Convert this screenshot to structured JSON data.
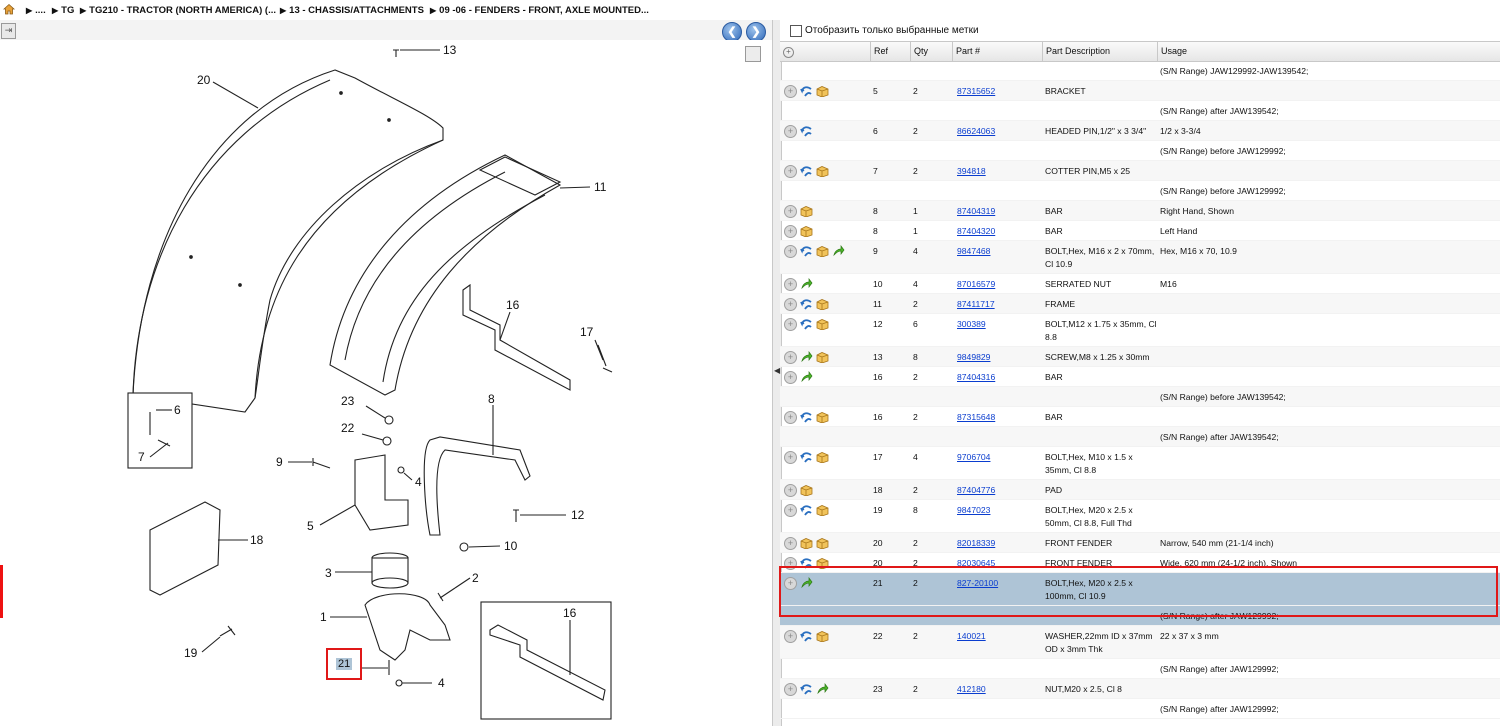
{
  "breadcrumb": [
    "....",
    "TG",
    "TG210 - TRACTOR (NORTH AMERICA) (...",
    "13 - CHASSIS/ATTACHMENTS",
    "09 -06 - FENDERS - FRONT, AXLE MOUNTED..."
  ],
  "filter": {
    "label": "Отобразить только выбранные метки",
    "checked": false
  },
  "columns": {
    "ref": "Ref",
    "qty": "Qty",
    "part": "Part #",
    "desc": "Part Description",
    "usage": "Usage"
  },
  "rows": [
    {
      "kind": "usage",
      "usage": "(S/N Range) JAW129992-JAW139542;"
    },
    {
      "kind": "part",
      "icons": [
        "swap",
        "box"
      ],
      "ref": "5",
      "qty": "2",
      "part": "87315652",
      "desc": "BRACKET",
      "usage": ""
    },
    {
      "kind": "usage",
      "usage": "(S/N Range) after JAW139542;"
    },
    {
      "kind": "part",
      "icons": [
        "swap"
      ],
      "ref": "6",
      "qty": "2",
      "part": "86624063",
      "desc": "HEADED PIN,1/2\" x 3 3/4\"",
      "usage": "1/2 x 3-3/4"
    },
    {
      "kind": "usage",
      "usage": "(S/N Range) before JAW129992;"
    },
    {
      "kind": "part",
      "icons": [
        "swap",
        "box"
      ],
      "ref": "7",
      "qty": "2",
      "part": "394818",
      "desc": "COTTER PIN,M5 x 25",
      "usage": ""
    },
    {
      "kind": "usage",
      "usage": "(S/N Range) before JAW129992;"
    },
    {
      "kind": "part",
      "icons": [
        "box"
      ],
      "ref": "8",
      "qty": "1",
      "part": "87404319",
      "desc": "BAR",
      "usage": "Right Hand, Shown"
    },
    {
      "kind": "part",
      "icons": [
        "box"
      ],
      "ref": "8",
      "qty": "1",
      "part": "87404320",
      "desc": "BAR",
      "usage": "Left Hand"
    },
    {
      "kind": "part",
      "icons": [
        "swap",
        "box",
        "green"
      ],
      "ref": "9",
      "qty": "4",
      "part": "9847468",
      "desc": "BOLT,Hex, M16 x 2 x 70mm, Cl 10.9",
      "usage": "Hex, M16 x 70, 10.9",
      "tall": true
    },
    {
      "kind": "part",
      "icons": [
        "green"
      ],
      "ref": "10",
      "qty": "4",
      "part": "87016579",
      "desc": "SERRATED NUT",
      "usage": "M16"
    },
    {
      "kind": "part",
      "icons": [
        "swap",
        "box"
      ],
      "ref": "11",
      "qty": "2",
      "part": "87411717",
      "desc": "FRAME",
      "usage": ""
    },
    {
      "kind": "part",
      "icons": [
        "swap",
        "box"
      ],
      "ref": "12",
      "qty": "6",
      "part": "300389",
      "desc": "BOLT,M12 x 1.75 x 35mm, Cl 8.8",
      "usage": "",
      "tall": true
    },
    {
      "kind": "part",
      "icons": [
        "green",
        "box"
      ],
      "ref": "13",
      "qty": "8",
      "part": "9849829",
      "desc": "SCREW,M8 x 1.25 x 30mm",
      "usage": ""
    },
    {
      "kind": "part",
      "icons": [
        "green"
      ],
      "ref": "16",
      "qty": "2",
      "part": "87404316",
      "desc": "BAR",
      "usage": ""
    },
    {
      "kind": "usage",
      "usage": "(S/N Range) before JAW139542;"
    },
    {
      "kind": "part",
      "icons": [
        "swap",
        "box"
      ],
      "ref": "16",
      "qty": "2",
      "part": "87315648",
      "desc": "BAR",
      "usage": ""
    },
    {
      "kind": "usage",
      "usage": "(S/N Range) after JAW139542;"
    },
    {
      "kind": "part",
      "icons": [
        "swap",
        "box"
      ],
      "ref": "17",
      "qty": "4",
      "part": "9706704",
      "desc": "BOLT,Hex, M10 x 1.5 x 35mm, Cl 8.8",
      "usage": "",
      "tall": true
    },
    {
      "kind": "part",
      "icons": [
        "box"
      ],
      "ref": "18",
      "qty": "2",
      "part": "87404776",
      "desc": "PAD",
      "usage": ""
    },
    {
      "kind": "part",
      "icons": [
        "swap",
        "box"
      ],
      "ref": "19",
      "qty": "8",
      "part": "9847023",
      "desc": "BOLT,Hex, M20 x 2.5 x 50mm, Cl 8.8, Full Thd",
      "usage": "",
      "tall": true
    },
    {
      "kind": "part",
      "icons": [
        "box",
        "box"
      ],
      "ref": "20",
      "qty": "2",
      "part": "82018339",
      "desc": "FRONT FENDER",
      "usage": "Narrow, 540 mm (21-1/4 inch)"
    },
    {
      "kind": "part",
      "icons": [
        "swap",
        "box"
      ],
      "ref": "20",
      "qty": "2",
      "part": "82030645",
      "desc": "FRONT FENDER",
      "usage": "Wide, 620 mm (24-1/2 inch), Shown"
    },
    {
      "kind": "part",
      "icons": [
        "green"
      ],
      "ref": "21",
      "qty": "2",
      "part": "827-20100",
      "desc": "BOLT,Hex, M20 x 2.5 x 100mm, Cl 10.9",
      "usage": "",
      "tall": true,
      "selected": true
    },
    {
      "kind": "usage",
      "usage": "(S/N Range) after JAW129992;",
      "selected": true
    },
    {
      "kind": "part",
      "icons": [
        "swap",
        "box"
      ],
      "ref": "22",
      "qty": "2",
      "part": "140021",
      "desc": "WASHER,22mm ID x 37mm OD x 3mm Thk",
      "usage": "22 x 37 x 3 mm",
      "tall": true
    },
    {
      "kind": "usage",
      "usage": "(S/N Range) after JAW129992;"
    },
    {
      "kind": "part",
      "icons": [
        "swap",
        "green"
      ],
      "ref": "23",
      "qty": "2",
      "part": "412180",
      "desc": "NUT,M20 x 2.5, Cl 8",
      "usage": ""
    },
    {
      "kind": "usage",
      "usage": "(S/N Range) after JAW129992;"
    }
  ],
  "diagram": {
    "callouts": [
      "13",
      "20",
      "11",
      "16",
      "17",
      "6",
      "7",
      "8",
      "23",
      "22",
      "9",
      "4",
      "5",
      "12",
      "10",
      "18",
      "3",
      "2",
      "1",
      "16",
      "19",
      "4"
    ],
    "selected_callout": "21"
  },
  "colors": {
    "selected_row": "#aec4d6",
    "highlight_border": "#e01818",
    "link": "#0a3dcf"
  }
}
